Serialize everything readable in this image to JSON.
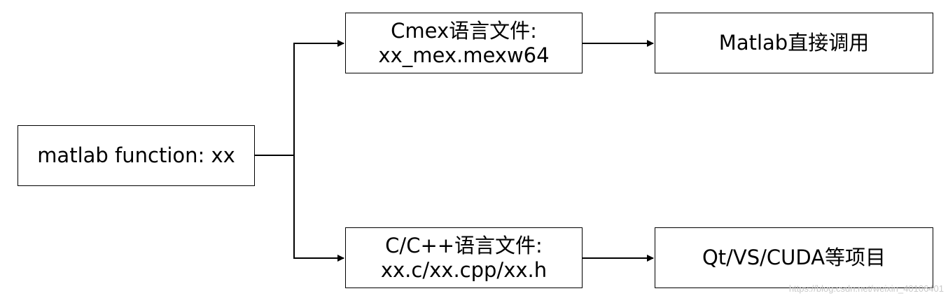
{
  "nodes": {
    "root": {
      "line1": "matlab function: xx"
    },
    "cmex": {
      "line1": "Cmex语言文件:",
      "line2": "xx_mex.mexw64"
    },
    "ccpp": {
      "line1": "C/C++语言文件:",
      "line2": "xx.c/xx.cpp/xx.h"
    },
    "matlab_call": {
      "line1": "Matlab直接调用"
    },
    "projects": {
      "line1": "Qt/VS/CUDA等项目"
    }
  },
  "watermark": "https://blog.csdn.net/weixin_40106401",
  "colors": {
    "stroke": "#000000",
    "box_fill": "#ffffff",
    "watermark": "#c9c9c9"
  }
}
